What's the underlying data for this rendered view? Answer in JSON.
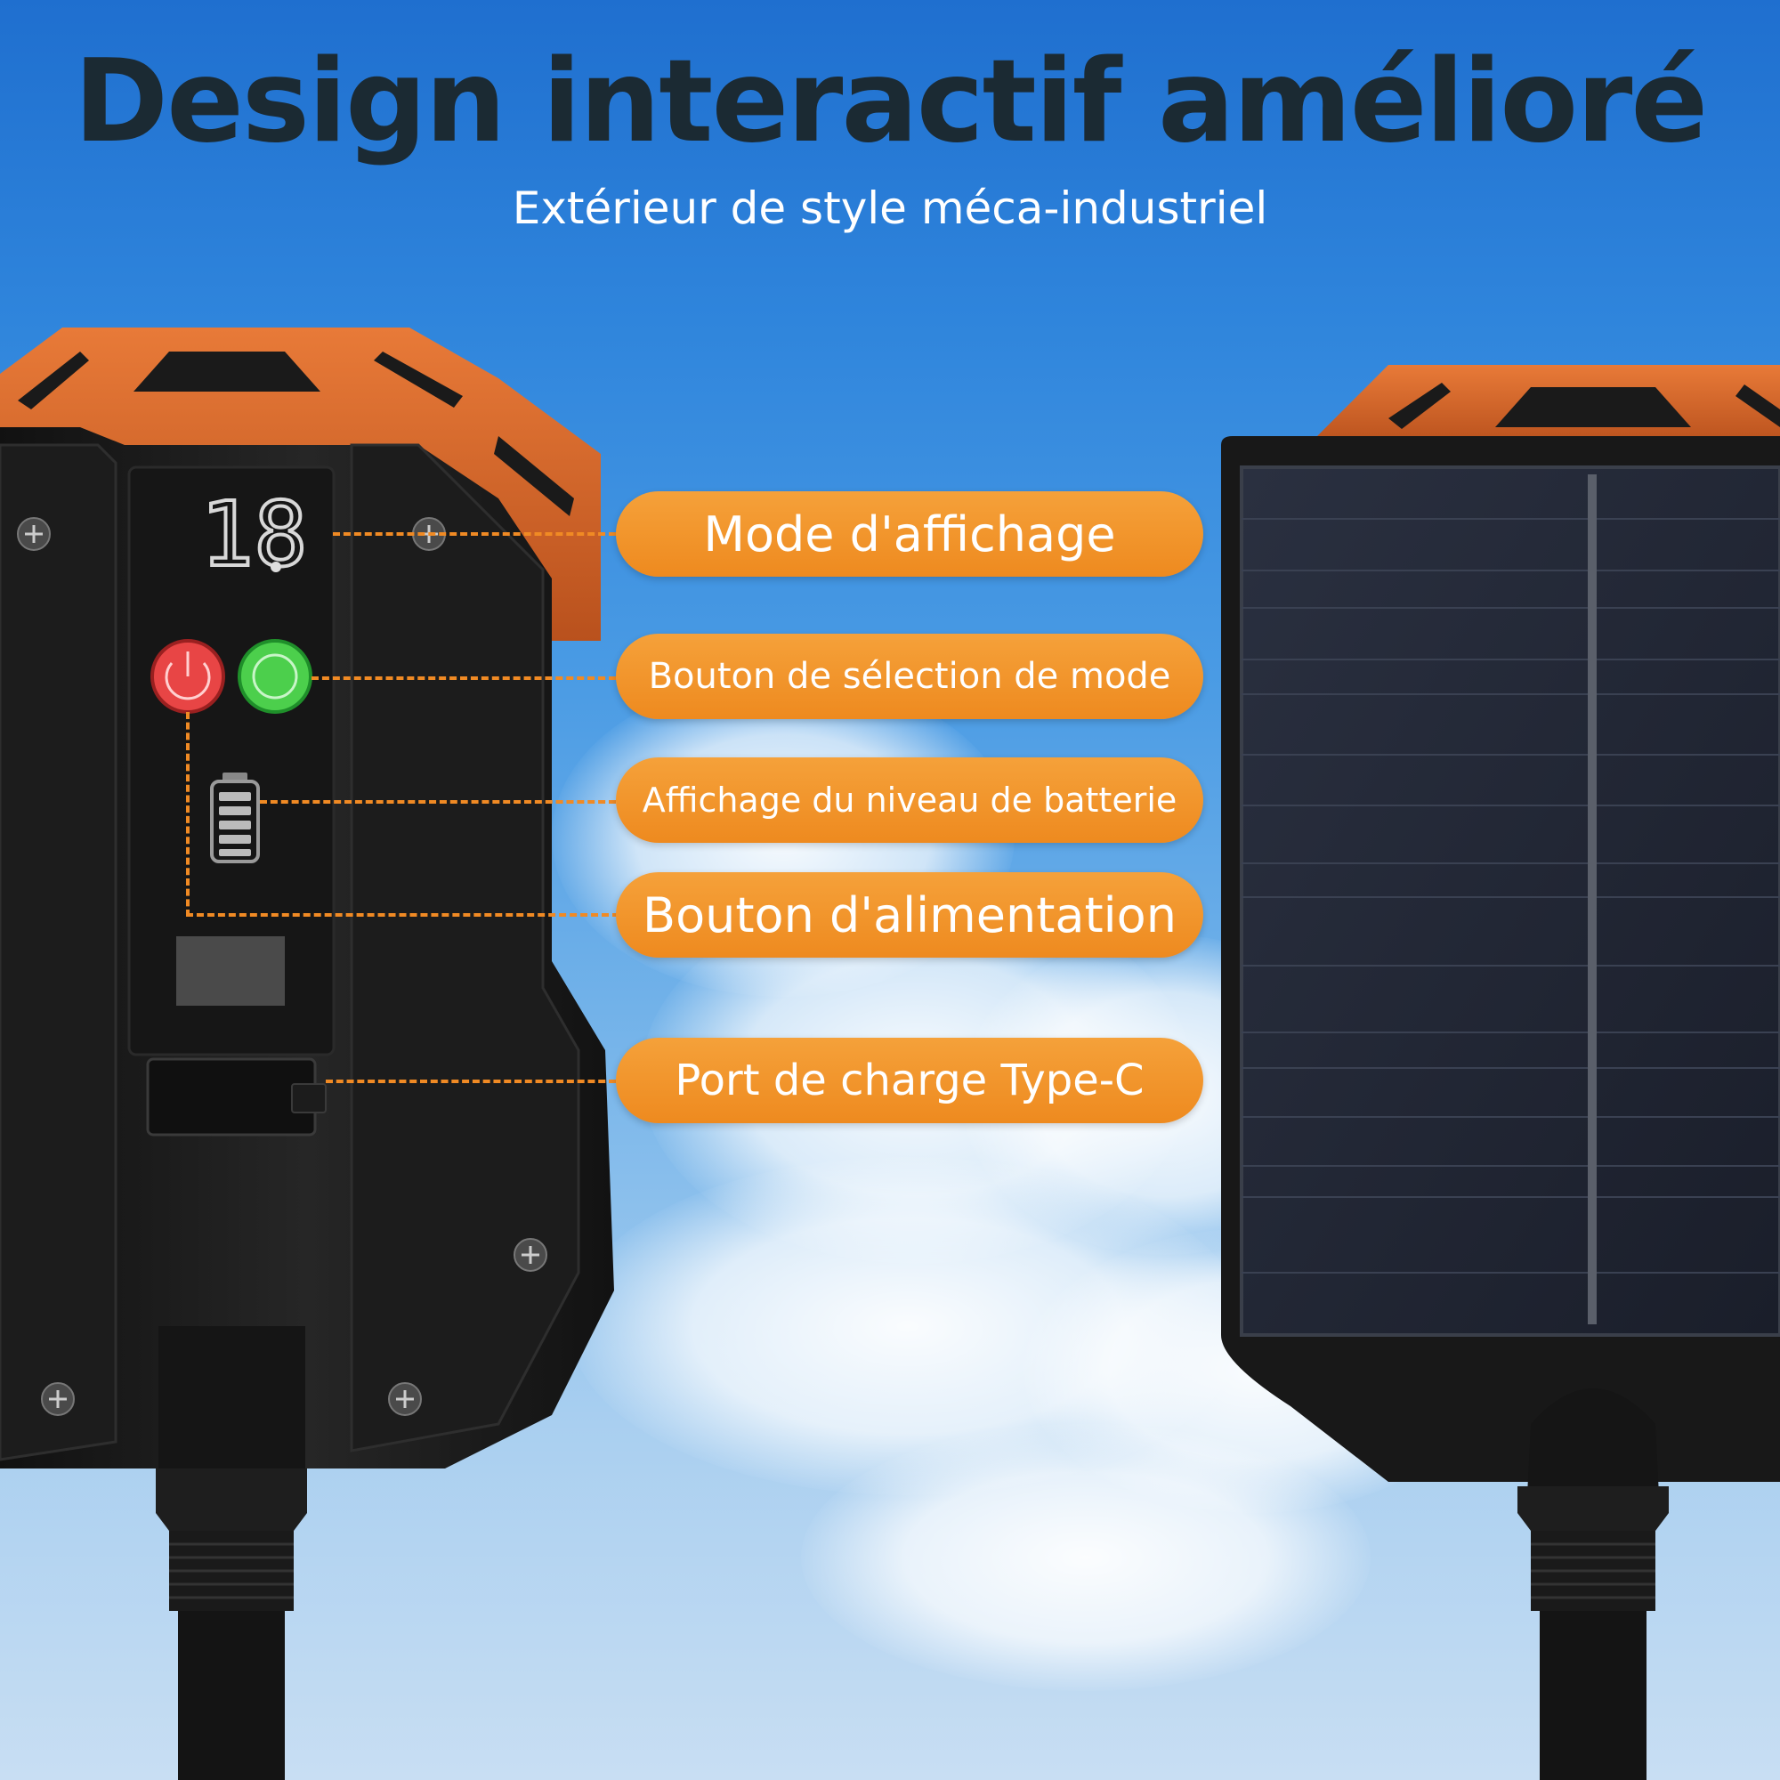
{
  "header": {
    "title": "Design interactif amélioré",
    "subtitle": "Extérieur de style méca-industriel"
  },
  "callouts": [
    {
      "id": "display-mode",
      "text": "Mode d'affichage"
    },
    {
      "id": "mode-select-button",
      "text": "Bouton de sélection de mode"
    },
    {
      "id": "battery-level",
      "text": "Affichage du niveau de batterie"
    },
    {
      "id": "power-button",
      "text": "Bouton d'alimentation"
    },
    {
      "id": "usb-c-port",
      "text": "Port de charge Type-C"
    }
  ],
  "device": {
    "display_digit": "18"
  },
  "colors": {
    "accent_orange": "#f08a24",
    "housing_orange": "#d9692a",
    "body_black": "#1a1a1a",
    "power_red": "#e84545",
    "mode_green": "#4ccf4c"
  }
}
